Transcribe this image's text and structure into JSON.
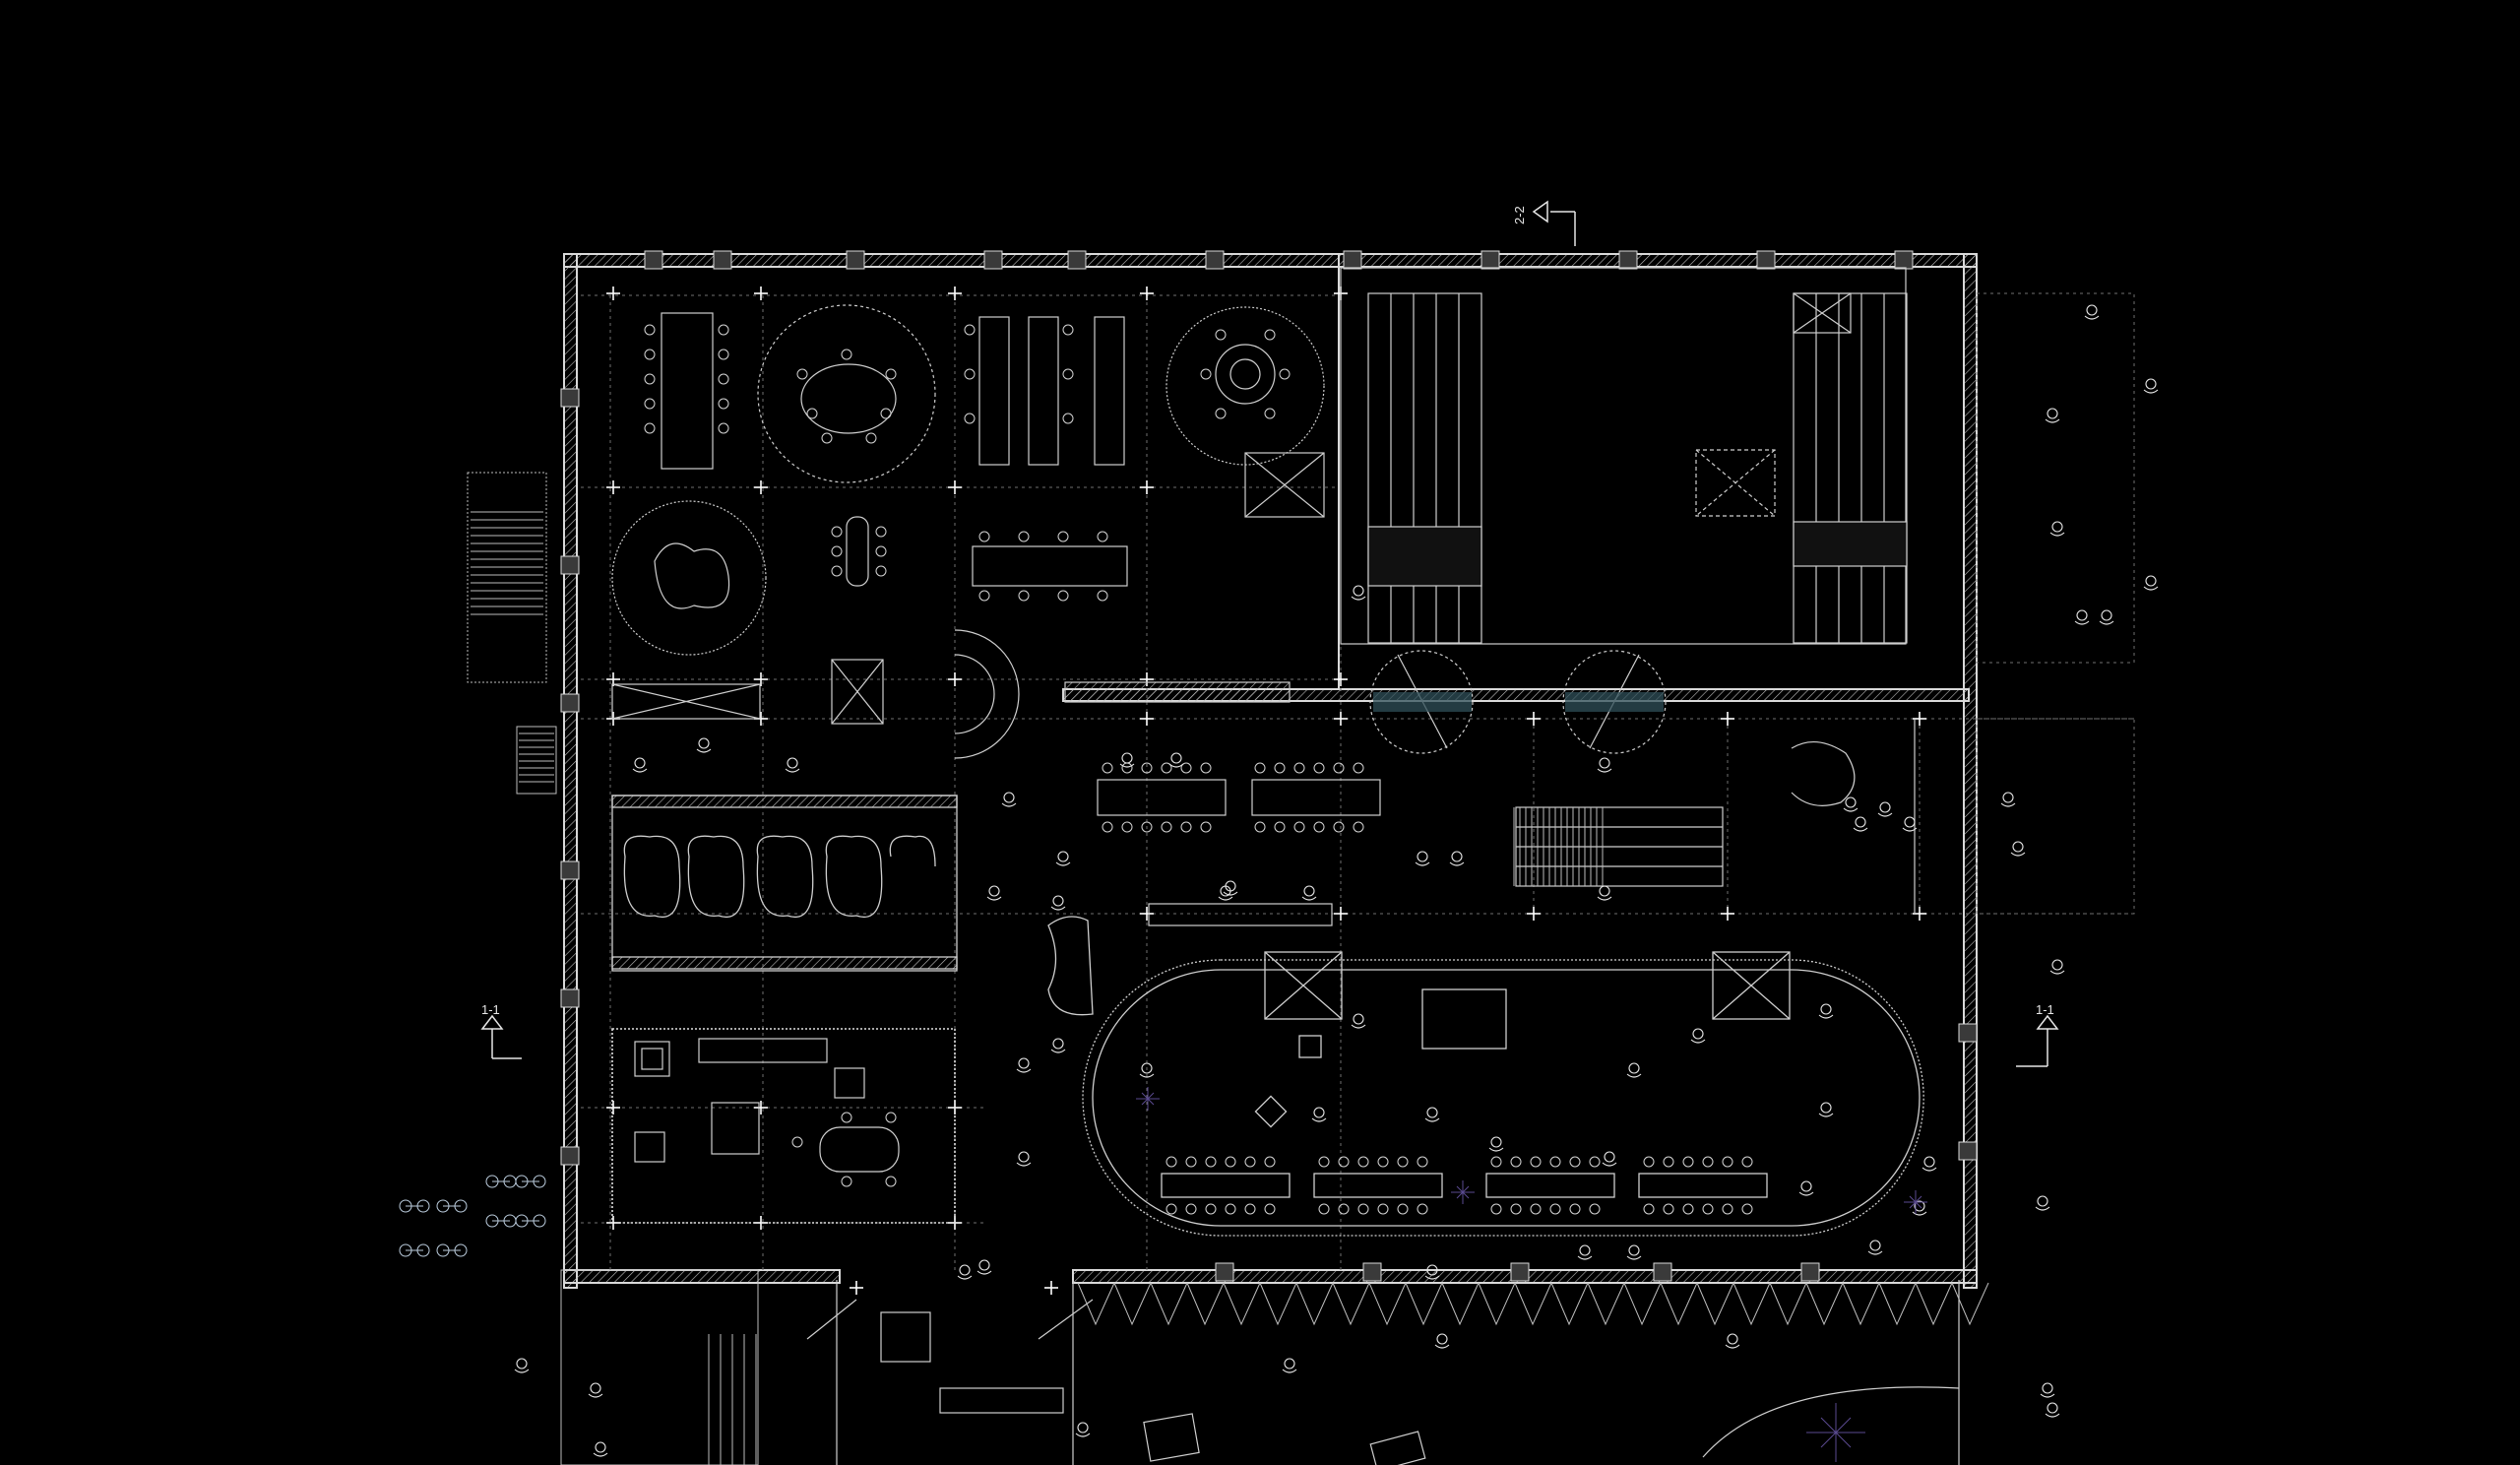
{
  "drawing": {
    "type": "architectural floor plan",
    "background": "#000000",
    "line_color": "#d9d9d9",
    "faint_line_color": "#8a8a8a",
    "accent_color": "#2f4f58",
    "planting_color": "#4b3b7a"
  },
  "section_markers": [
    {
      "id": "1-1-left",
      "label": "1-1",
      "direction": "up"
    },
    {
      "id": "1-1-right",
      "label": "1-1",
      "direction": "up"
    },
    {
      "id": "2-2-top",
      "label": "2-2",
      "direction": "left"
    }
  ]
}
